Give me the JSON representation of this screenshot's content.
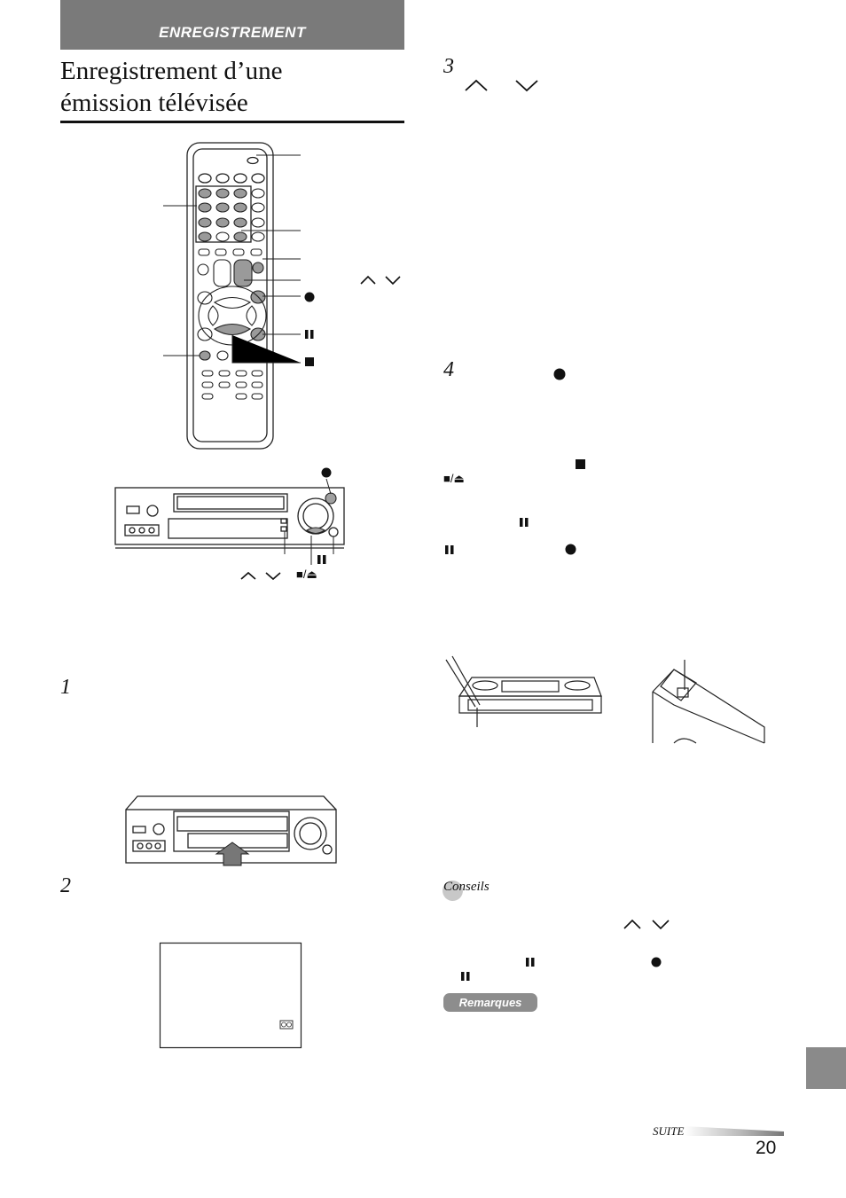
{
  "header": {
    "section_label": "ENREGISTREMENT"
  },
  "title": {
    "line1": "Enregistrement d’une",
    "line2": "émission télévisée"
  },
  "steps": {
    "s1": "1",
    "s2": "2",
    "s3": "3",
    "s4": "4"
  },
  "labels": {
    "stop_eject": "■/⏏",
    "conseils": "Conseils",
    "remarques": "Remarques",
    "suite": "SUITE",
    "page_number": "20"
  },
  "colors": {
    "band": "#7a7a7a",
    "tab": "#8a8a8a",
    "badge": "#8d8d8d"
  }
}
